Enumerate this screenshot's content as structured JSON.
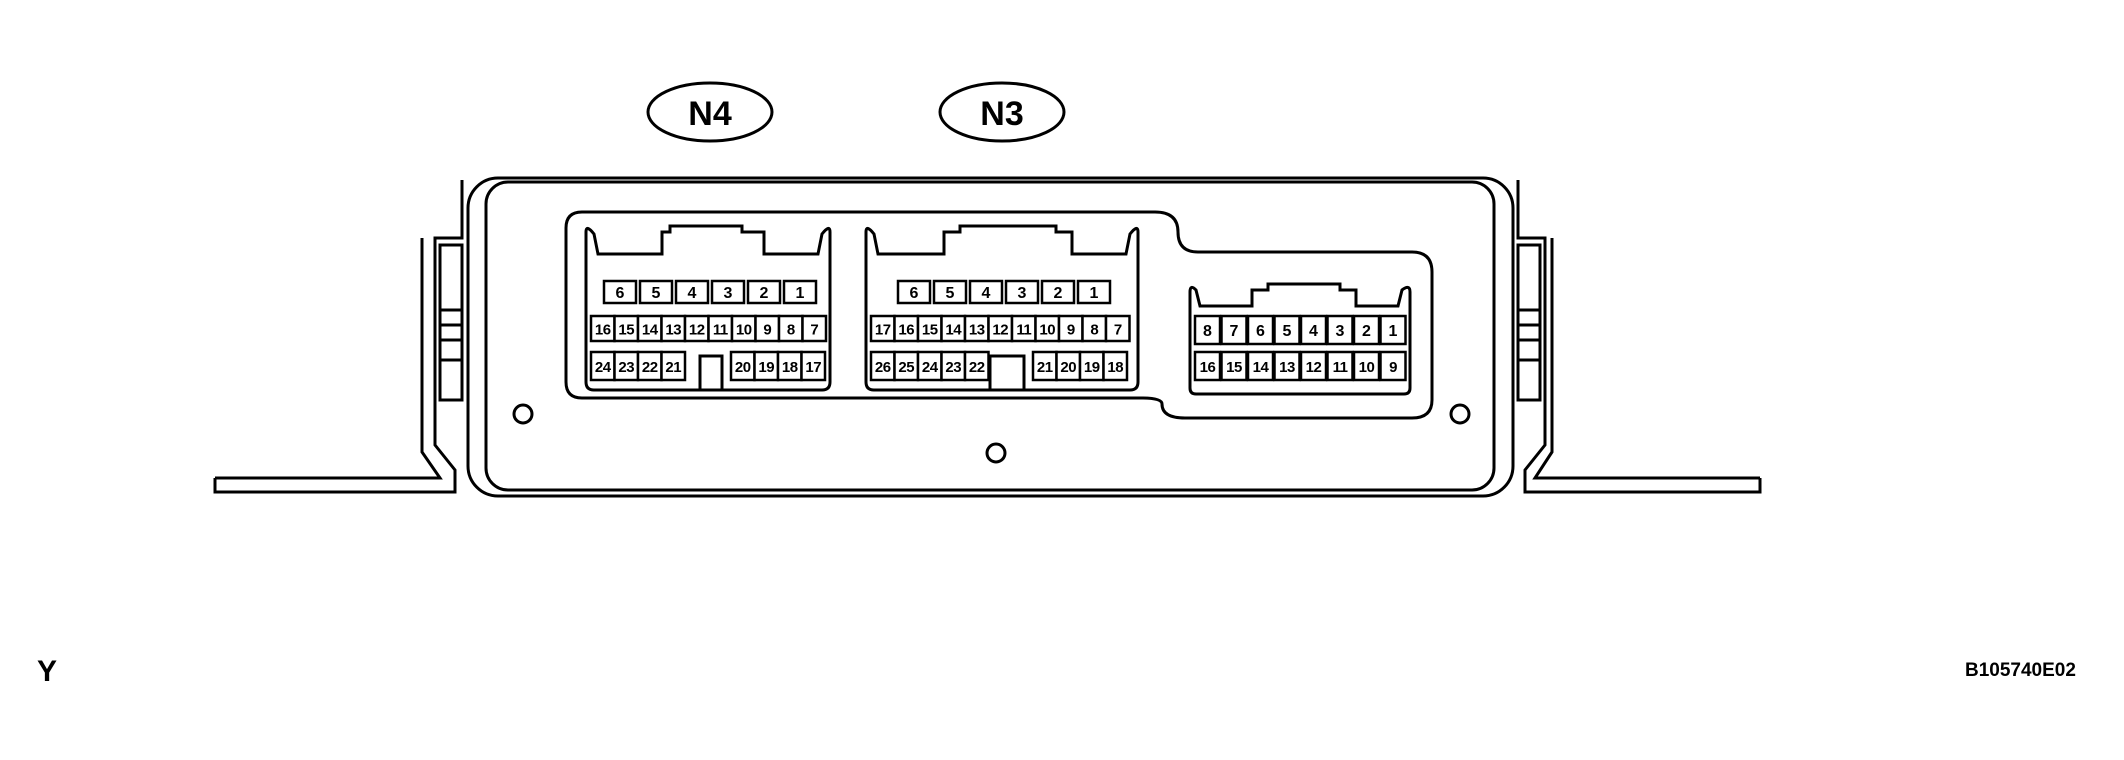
{
  "connectors": {
    "n4": {
      "label": "N4",
      "row1": [
        "6",
        "5",
        "4",
        "3",
        "2",
        "1"
      ],
      "row2": [
        "16",
        "15",
        "14",
        "13",
        "12",
        "11",
        "10",
        "9",
        "8",
        "7"
      ],
      "row3_left": [
        "24",
        "23",
        "22",
        "21"
      ],
      "row3_right": [
        "20",
        "19",
        "18",
        "17"
      ]
    },
    "n3": {
      "label": "N3",
      "row1": [
        "6",
        "5",
        "4",
        "3",
        "2",
        "1"
      ],
      "row2": [
        "17",
        "16",
        "15",
        "14",
        "13",
        "12",
        "11",
        "10",
        "9",
        "8",
        "7"
      ],
      "row3_left": [
        "26",
        "25",
        "24",
        "23",
        "22"
      ],
      "row3_right": [
        "21",
        "20",
        "19",
        "18"
      ]
    },
    "small": {
      "row1": [
        "8",
        "7",
        "6",
        "5",
        "4",
        "3",
        "2",
        "1"
      ],
      "row2": [
        "16",
        "15",
        "14",
        "13",
        "12",
        "11",
        "10",
        "9"
      ]
    }
  },
  "view_letter": "Y",
  "figure_code": "B105740E02"
}
